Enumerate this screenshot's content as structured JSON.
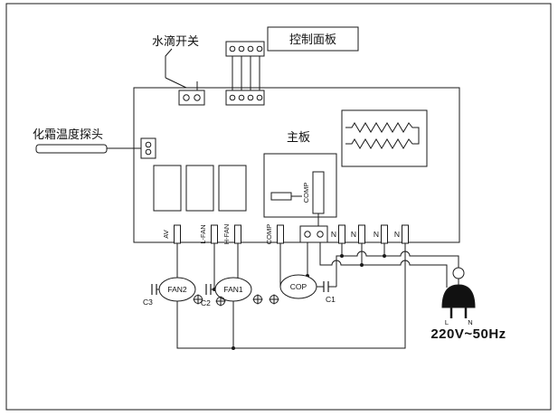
{
  "diagram": {
    "water_switch_label": "水滴开关",
    "control_panel_label": "控制面板",
    "main_board_label": "主板",
    "defrost_probe_label": "化霜温度探头",
    "comp_relay_label": "COMP",
    "terminals": {
      "av": "AV",
      "l_fan": "L-FAN",
      "h_fan": "H-FAN",
      "comp": "COMP",
      "n1": "N",
      "n2": "N",
      "n3": "N",
      "n4": "N"
    },
    "motors": {
      "fan2": "FAN2",
      "fan1": "FAN1",
      "cop": "COP"
    },
    "capacitors": {
      "c1": "C1",
      "c2": "C2",
      "c3": "C3"
    },
    "plug": {
      "left_pin": "L",
      "right_pin": "N",
      "power_label": "220V~50Hz"
    },
    "colors": {
      "line": "#1a1a1a",
      "background": "#ffffff",
      "plug_fill": "#111111"
    }
  }
}
